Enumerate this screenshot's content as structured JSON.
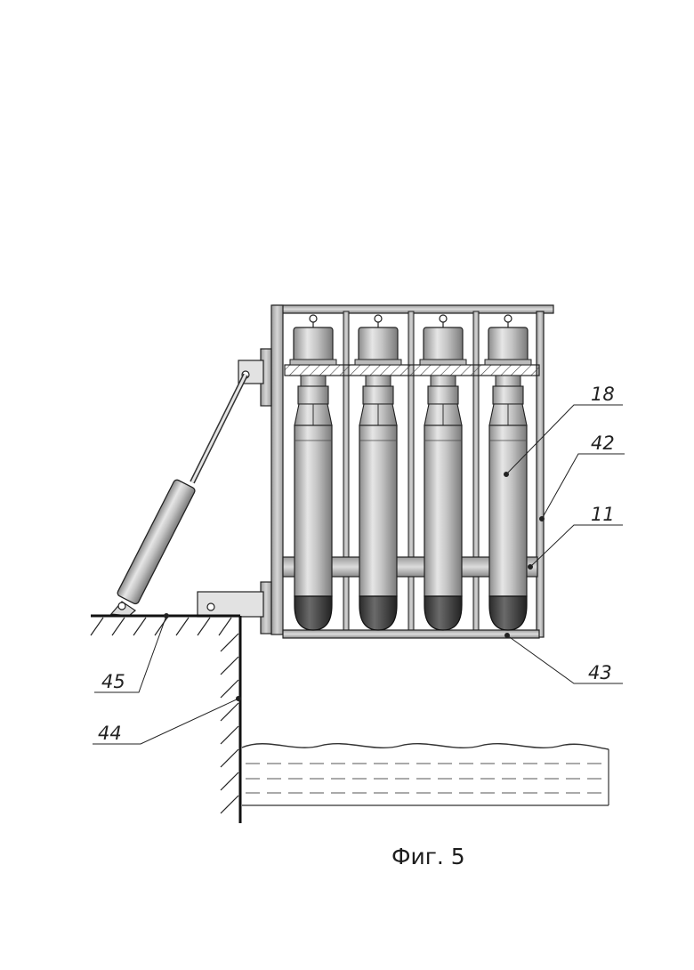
{
  "figure": {
    "caption": "Фиг. 5",
    "labels": {
      "l18": "18",
      "l42": "42",
      "l11": "11",
      "l43": "43",
      "l45": "45",
      "l44": "44"
    }
  },
  "colors": {
    "line": "#1a1a1a",
    "torpedo_body": "#b8b8b8",
    "torpedo_nose": "#3a3a3a",
    "water_line": "#555555"
  }
}
